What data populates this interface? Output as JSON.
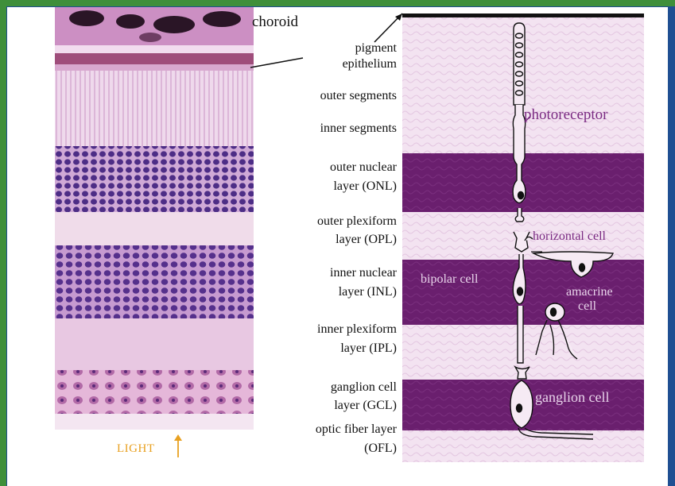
{
  "labels": {
    "choroid": "choroid",
    "pigment_line1": "pigment",
    "pigment_line2": "epithelium",
    "outer_segments": "outer segments",
    "inner_segments": "inner segments",
    "onl_line1": "outer nuclear",
    "onl_line2": "layer (ONL)",
    "opl_line1": "outer plexiform",
    "opl_line2": "layer (OPL)",
    "inl_line1": "inner nuclear",
    "inl_line2": "layer (INL)",
    "ipl_line1": "inner plexiform",
    "ipl_line2": "layer (IPL)",
    "gcl_line1": "ganglion cell",
    "gcl_line2": "layer (GCL)",
    "ofl_line1": "optic fiber layer",
    "ofl_line2": "(OFL)",
    "light": "LIGHT"
  },
  "cells": {
    "photoreceptor": "photoreceptor",
    "horizontal": "horizontal cell",
    "bipolar": "bipolar cell",
    "amacrine_line1": "amacrine",
    "amacrine_line2": "cell",
    "ganglion": "ganglion cell"
  },
  "colors": {
    "frame_green": "#3f8f3a",
    "frame_blue": "#1f4f92",
    "band_purple": "#6a1f6e",
    "label_purple": "#7a2a82",
    "light_orange": "#e8a020"
  }
}
